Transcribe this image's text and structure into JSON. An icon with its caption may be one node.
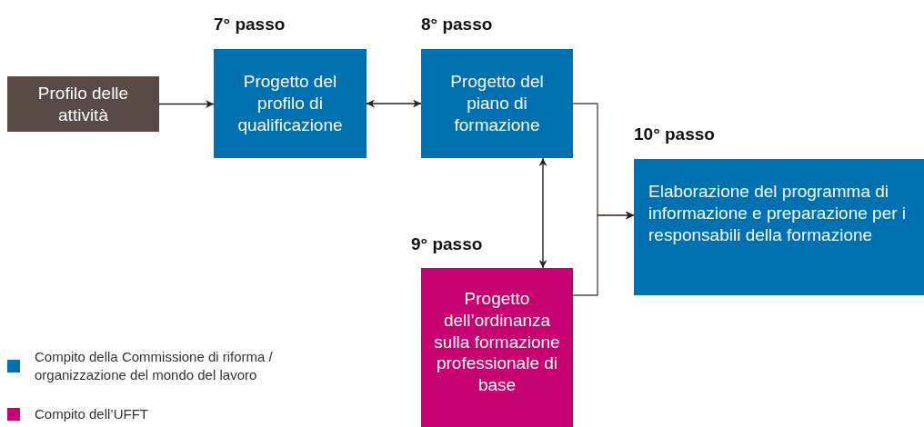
{
  "diagram": {
    "nodes": [
      {
        "text": [
          "Profilo delle attività"
        ]
      },
      {
        "text": [
          "7° passo",
          "Progetto del profilo di qualificazione"
        ]
      },
      {
        "text": [
          "8° passo",
          "Progetto del piano di formazione"
        ]
      },
      {
        "text": [
          "9° passo",
          "Progetto dell’ordinanza sulla formazione professionale di base"
        ]
      },
      {
        "text": [
          "10° passo",
          "Elaborazione del programma di informazione e preparazione per i responsabili della formazione"
        ]
      }
    ],
    "edges": [
      {
        "from": 0,
        "to": 1,
        "arrow": "to"
      },
      {
        "from": 1,
        "to": 2,
        "arrow": "both"
      },
      {
        "from": 2,
        "to": 3,
        "arrow": "both"
      },
      {
        "from": 2,
        "to": 4,
        "arrow": "to"
      },
      {
        "from": 3,
        "to": 4,
        "arrow": "to"
      }
    ],
    "legend": [
      {
        "text": "Compito della Commissione di riforma / organizzazione del mondo del lavoro",
        "color": "#0071b0"
      },
      {
        "text": "Compito dell’UFFT",
        "color": "#c6006e"
      }
    ]
  }
}
